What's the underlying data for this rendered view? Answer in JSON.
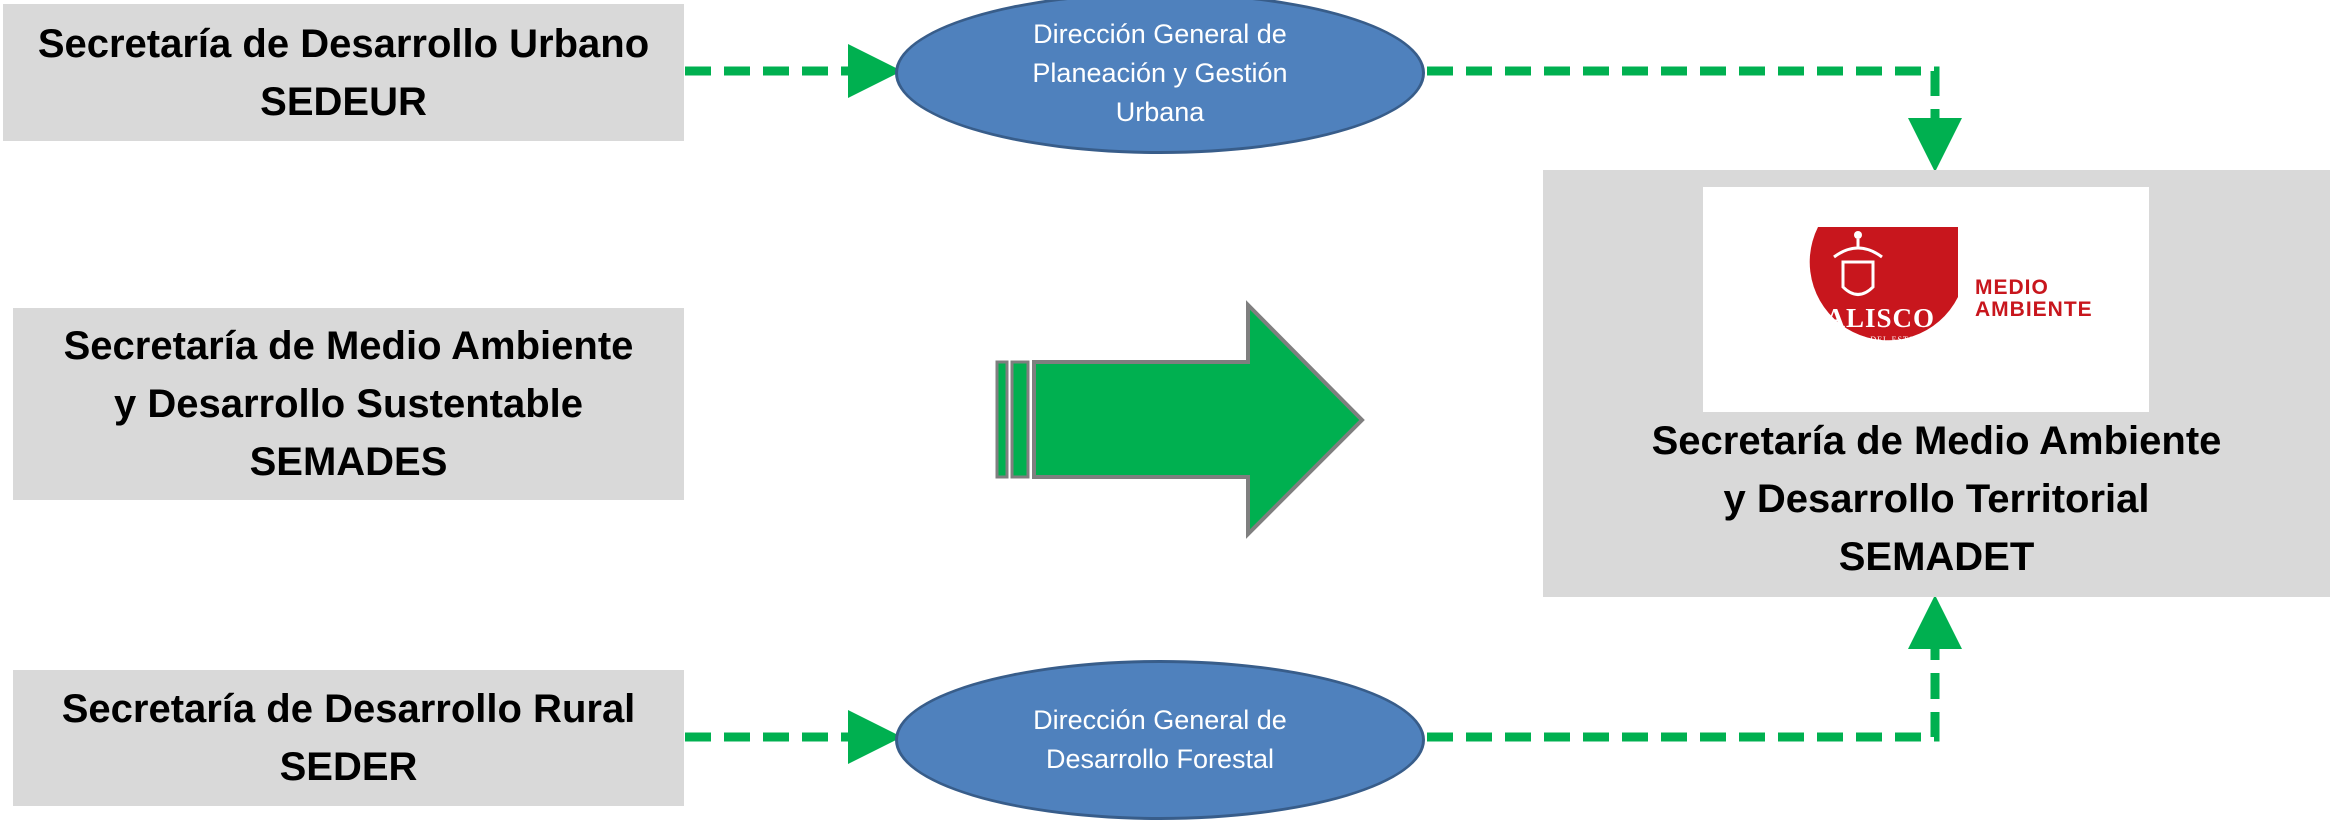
{
  "sources": {
    "sedeur": {
      "line1": "Secretaría de Desarrollo Urbano",
      "line2": "SEDEUR"
    },
    "semades": {
      "line1": "Secretaría de Medio Ambiente",
      "line2": "y Desarrollo Sustentable",
      "line3": "SEMADES"
    },
    "seder": {
      "line1": "Secretaría de Desarrollo Rural",
      "line2": "SEDER"
    }
  },
  "directorates": {
    "planeacion": {
      "line1": "Dirección General de",
      "line2": "Planeación y Gestión",
      "line3": "Urbana"
    },
    "forestal": {
      "line1": "Dirección General de",
      "line2": "Desarrollo Forestal"
    }
  },
  "target": {
    "line1": "Secretaría de Medio Ambiente",
    "line2": "y Desarrollo Territorial",
    "line3": "SEMADET",
    "logo": {
      "seal_text": "JALISCO",
      "seal_subtext": "GOBIERNO DEL ESTADO",
      "label_line1": "MEDIO",
      "label_line2": "AMBIENTE"
    }
  },
  "colors": {
    "box_fill": "#d9d9d9",
    "ellipse_fill": "#4f81bd",
    "connector": "#00b050",
    "big_arrow": "#00b050",
    "logo_red": "#c8161d"
  }
}
